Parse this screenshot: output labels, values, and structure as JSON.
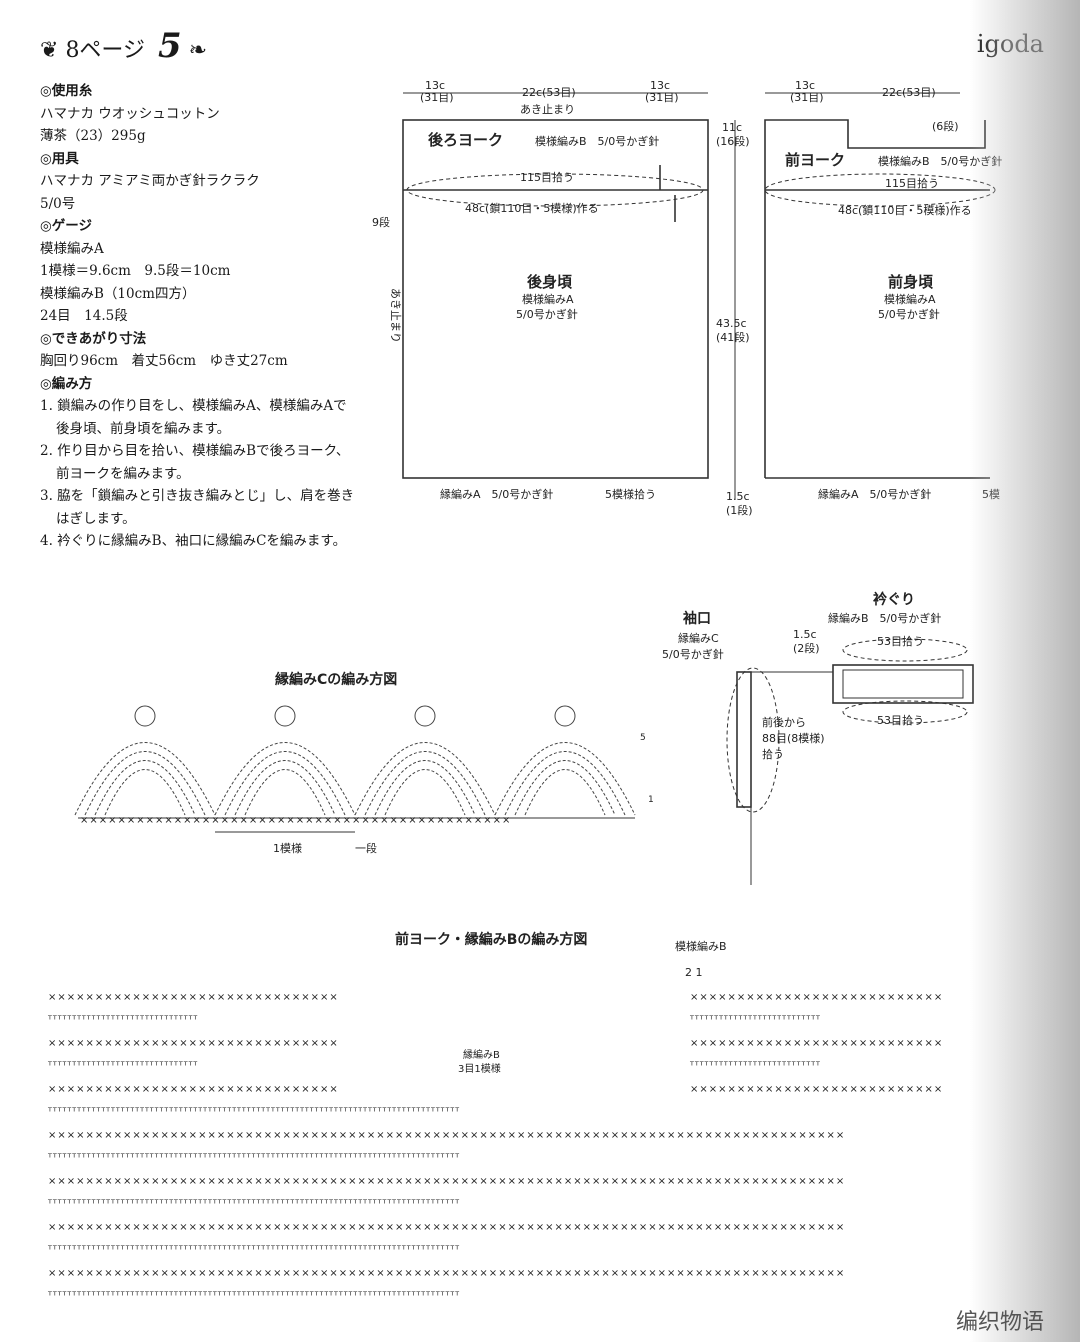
{
  "header": {
    "page_ref": "8ページ",
    "pattern_no": "5",
    "brand": "igoda"
  },
  "materials": {
    "yarn_heading": "◎使用糸",
    "yarn_brand": "ハマナカ ウオッシュコットン",
    "yarn_color": "薄茶（23）295g",
    "tools_heading": "◎用具",
    "tools_line1": "ハマナカ アミアミ両かぎ針ラクラク",
    "tools_line2": "5/0号",
    "gauge_heading": "◎ゲージ",
    "gauge_a": "模様編みA",
    "gauge_a_value": "1模様＝9.6cm　9.5段＝10cm",
    "gauge_b": "模様編みB（10cm四方）",
    "gauge_b_value": "24目　14.5段",
    "size_heading": "◎できあがり寸法",
    "size_value": "胸回り96cm　着丈56cm　ゆき丈27cm",
    "method_heading": "◎編み方",
    "steps": [
      "1. 鎖編みの作り目をし、模様編みA、模様編みAで後身頃、前身頃を編みます。",
      "2. 作り目から目を拾い、模様編みBで後ろヨーク、前ヨークを編みます。",
      "3. 脇を「鎖編みと引き抜き編みとじ」し、肩を巻きはぎします。",
      "4. 衿ぐりに縁編みB、袖口に縁編みCを編みます。"
    ]
  },
  "schematic": {
    "dim_13c_left": "13c",
    "dim_31_left": "(31目)",
    "dim_22c": "22c(53目)",
    "dim_13c_right": "13c",
    "dim_31_right": "(31目)",
    "neck_open": "あき止まり",
    "back_yoke": "後ろヨーク",
    "pattern_b_hook": "模様編みB　5/0号かぎ針",
    "pick_115": "115目拾う",
    "make_48": "48c(鎖110目・5模様)作る",
    "rows_9": "9段",
    "side_open": "あき止まり",
    "back_body": "後身頃",
    "pattern_a": "模様編みA",
    "hook": "5/0号かぎ針",
    "dim_11c": "11c",
    "rows_16": "(16段)",
    "dim_43_5c": "43.5c",
    "rows_41": "(41段)",
    "dim_1_5c": "1.5c",
    "rows_1": "(1段)",
    "edging_a": "縁編みA　5/0号かぎ針",
    "pick_5": "5模様拾う",
    "front_13c": "13c",
    "front_31": "(31目)",
    "front_22c": "22c(53目)",
    "front_6": "(6段)",
    "front_yoke": "前ヨーク",
    "front_pattern_b": "模様編みB　5/0号かぎ針",
    "front_pick_115": "115目拾う",
    "front_make_48": "48c(鎖110目・5模様)作る",
    "front_body": "前身頃",
    "front_pattern_a": "模様編みA",
    "front_hook": "5/0号かぎ針",
    "front_edging": "縁編みA　5/0号かぎ針",
    "front_pick_5": "5模"
  },
  "neck_sleeve": {
    "sleeve_title": "袖口",
    "sleeve_edge": "縁編みC",
    "sleeve_hook": "5/0号かぎ針",
    "sleeve_pick_1": "前後から",
    "sleeve_pick_2": "88目(8模様)",
    "sleeve_pick_3": "拾う",
    "neck_title": "衿ぐり",
    "neck_edge": "縁編みB　5/0号かぎ針",
    "neck_dim": "1.5c",
    "neck_rows": "(2段)",
    "pick_53_top": "53目拾う",
    "pick_53_bottom": "53目拾う"
  },
  "chart_c": {
    "title": "縁編みCの編み方図",
    "repeat_label": "1模様",
    "one_row": "一段",
    "row5": "5",
    "row1": "1"
  },
  "chart_b": {
    "title": "前ヨーク・縁編みBの編み方図",
    "pattern_label": "模様編みB",
    "edge_label_1": "縁編みB",
    "edge_label_2": "3目1模様",
    "rows_21": "2 1"
  },
  "watermark": "编织物语"
}
